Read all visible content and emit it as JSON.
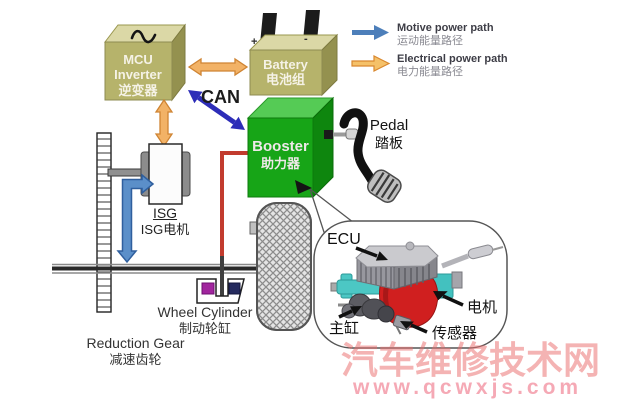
{
  "legend": {
    "motive_en": "Motive power path",
    "motive_zh": "运动能量路径",
    "electrical_en": "Electrical power path",
    "electrical_zh": "电力能量路径"
  },
  "mcu": {
    "l1": "MCU",
    "l2": "Inverter",
    "l3": "逆变器"
  },
  "battery": {
    "l1": "Battery",
    "l2": "电池组",
    "plus": "+",
    "minus": "-"
  },
  "bus": {
    "can": "CAN"
  },
  "booster": {
    "l1": "Booster",
    "l2": "助力器"
  },
  "pedal": {
    "l1": "Pedal",
    "l2": "踏板"
  },
  "isg": {
    "l1": "ISG",
    "l2": "ISG电机"
  },
  "wheel_cylinder": {
    "l1": "Wheel Cylinder",
    "l2": "制动轮缸"
  },
  "reduction_gear": {
    "l1": "Reduction Gear",
    "l2": "减速齿轮"
  },
  "callout": {
    "ecu": "ECU",
    "motor": "电机",
    "master_cylinder": "主缸",
    "sensor": "传感器"
  },
  "watermark": {
    "title": "汽车维修技术网",
    "url": "www.qcwxjs.com"
  },
  "colors": {
    "khaki_box_front": "#b6b36b",
    "khaki_box_top": "#dbd8a6",
    "khaki_box_side": "#94914f",
    "green_box_front": "#17a517",
    "green_box_top": "#55cb55",
    "green_box_side": "#0e860e",
    "motive_blue": "#4d7fba",
    "electrical_orange": "#f2b266",
    "can_blue": "#2d2db8",
    "hydraulic_red": "#c23b2e",
    "motor_red": "#d01f1f",
    "teal_part": "#4cc7c4",
    "watermark_pink": "#e96d6d"
  }
}
